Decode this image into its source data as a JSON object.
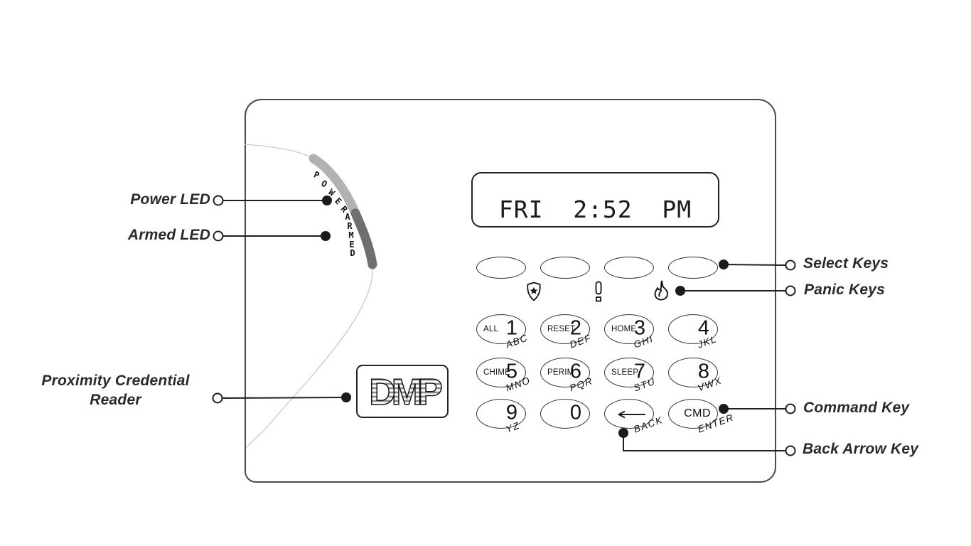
{
  "display": {
    "text": "FRI  2:52  PM"
  },
  "led_band": {
    "power_label": "POWER",
    "armed_label": "ARMED",
    "light_color": "#b2b2b2",
    "dark_color": "#6f6f6f"
  },
  "logo": {
    "text": "DMP"
  },
  "select_keys": {
    "count": 4
  },
  "panic_icons": [
    {
      "name": "police-badge-icon"
    },
    {
      "name": "emergency-icon"
    },
    {
      "name": "fire-icon"
    }
  ],
  "keypad": {
    "keys": [
      {
        "name": "all-1",
        "func": "ALL",
        "digit": "1",
        "letters": "ABC"
      },
      {
        "name": "reset-2",
        "func": "RESET",
        "digit": "2",
        "letters": "DEF"
      },
      {
        "name": "home-3",
        "func": "HOME",
        "digit": "3",
        "letters": "GHI"
      },
      {
        "name": "4",
        "func": "",
        "digit": "4",
        "letters": "JKL"
      },
      {
        "name": "chime-5",
        "func": "CHIME",
        "digit": "5",
        "letters": "MNO"
      },
      {
        "name": "perim-6",
        "func": "PERIM",
        "digit": "6",
        "letters": "PQR"
      },
      {
        "name": "sleep-7",
        "func": "SLEEP",
        "digit": "7",
        "letters": "STU"
      },
      {
        "name": "8",
        "func": "",
        "digit": "8",
        "letters": "VWX"
      },
      {
        "name": "9",
        "func": "",
        "digit": "9",
        "letters": "YZ"
      },
      {
        "name": "0",
        "func": "",
        "digit": "0",
        "letters": ""
      },
      {
        "name": "back-arrow",
        "type": "back",
        "func": "",
        "digit": "",
        "letters": "BACK"
      },
      {
        "name": "cmd",
        "type": "cmd",
        "func": "",
        "digit": "CMD",
        "letters": "ENTER"
      }
    ]
  },
  "callouts": {
    "power_led": "Power LED",
    "armed_led": "Armed LED",
    "proximity_line1": "Proximity Credential",
    "proximity_line2": "Reader",
    "select_keys": "Select Keys",
    "panic_keys": "Panic Keys",
    "command_key": "Command Key",
    "back_arrow_key": "Back Arrow Key"
  },
  "colors": {
    "line": "#231f20",
    "panel_border": "#4a4a4a"
  }
}
